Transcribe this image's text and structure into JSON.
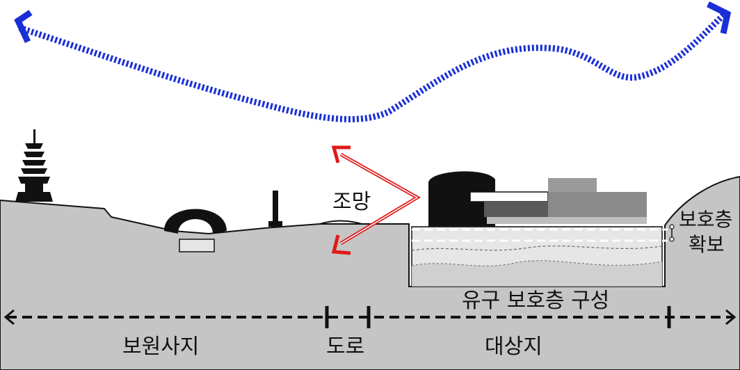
{
  "labels": {
    "view": "조망",
    "buffer_line1": "보호층",
    "buffer_line2": "확보",
    "remains_layer": "유구 보호층 구성",
    "zone_heritage": "보원사지",
    "zone_road": "도로",
    "zone_site": "대상지"
  },
  "colors": {
    "ground": "#c5c5c5",
    "outline": "#111111",
    "sky_arrow": "#1a2fd6",
    "view_arrow": "#e01a1a",
    "layer_fill": "#d9d9d9",
    "building_dark": "#111111",
    "building_mid": "#5a5a5a",
    "building_light": "#9a9a9a"
  }
}
